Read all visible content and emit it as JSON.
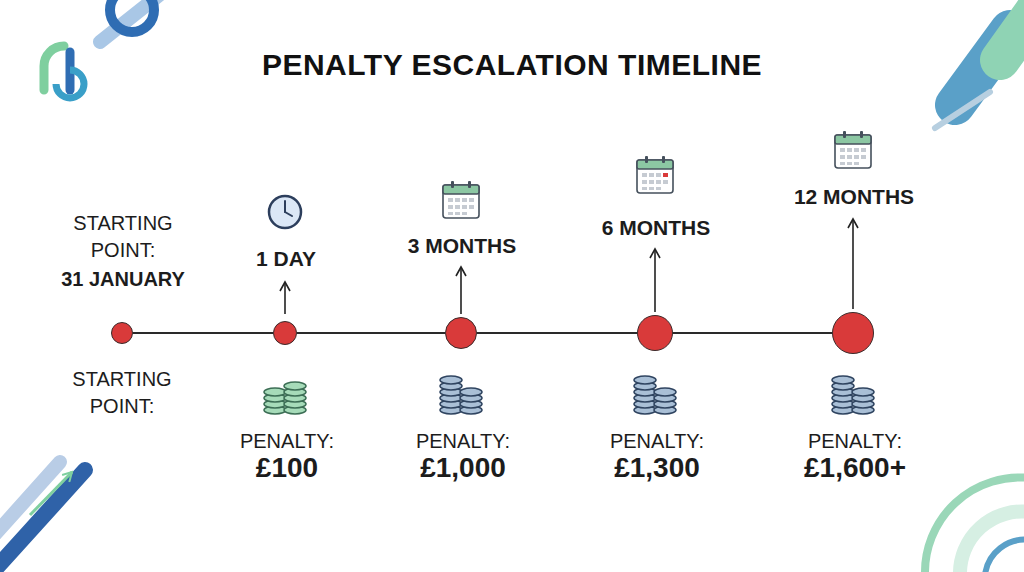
{
  "diagram": {
    "title": "PENALTY ESCALATION TIMELINE",
    "nodes": [
      {
        "text": [
          "STARTING POINT:",
          "31 JANUARY",
          "STARTING POINT:"
        ]
      },
      {
        "text": [
          "1 DAY",
          "PENALTY:",
          "£100"
        ]
      },
      {
        "text": [
          "3 MONTHS",
          "PENALTY:",
          "£1,000"
        ]
      },
      {
        "text": [
          "6 MONTHS",
          "PENALTY:",
          "£1,300"
        ]
      },
      {
        "text": [
          "12 MONTHS",
          "PENALTY:",
          "£1,600+"
        ]
      }
    ],
    "edges": [
      {
        "from": 0,
        "to": 1,
        "arrow": "none"
      },
      {
        "from": 1,
        "to": 2,
        "arrow": "none"
      },
      {
        "from": 2,
        "to": 3,
        "arrow": "none"
      },
      {
        "from": 3,
        "to": 4,
        "arrow": "none"
      }
    ]
  }
}
